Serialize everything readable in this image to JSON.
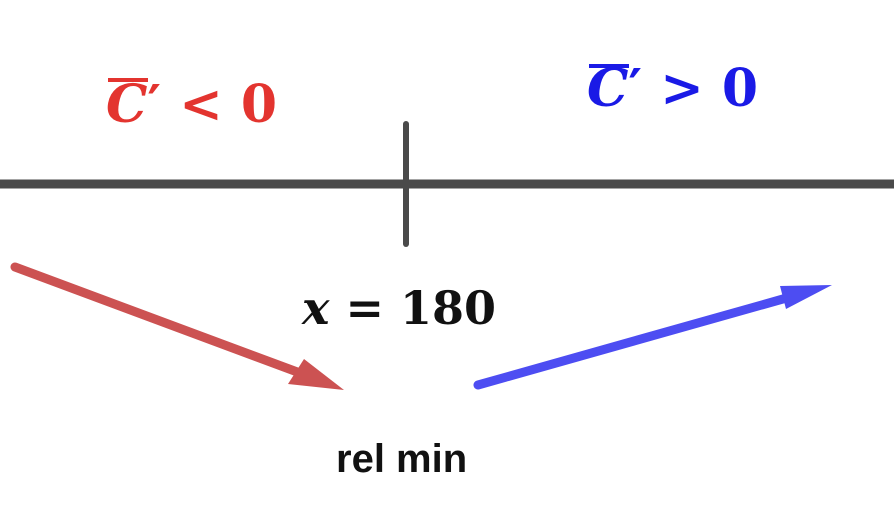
{
  "colors": {
    "axis": "#4a4a4a",
    "left": "#e3342f",
    "left_arrow": "#cc5252",
    "right": "#1a1ae6",
    "right_arrow": "#4d4df2",
    "text": "#111111"
  },
  "left_label": {
    "symbol": "C",
    "prime": "′",
    "relation": " < 0"
  },
  "right_label": {
    "symbol": "C",
    "prime": "′",
    "relation": " > 0"
  },
  "critical_point": {
    "variable": "x",
    "equals": " = 180"
  },
  "caption": "rel min"
}
